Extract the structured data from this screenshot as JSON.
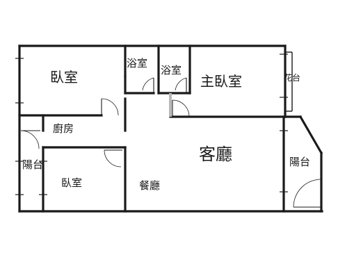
{
  "rooms": {
    "bedroom_top_left": "臥室",
    "bath_1": "浴室",
    "bath_2": "浴室",
    "master_bedroom": "主臥室",
    "balcony_small": "花台",
    "kitchen": "廚房",
    "balcony_left": "陽台",
    "bedroom_bottom": "臥室",
    "dining": "餐廳",
    "living": "客廳",
    "balcony_right": "陽台"
  },
  "colors": {
    "wall": "#1a1a1a",
    "partition_gray": "#b8b8b8"
  }
}
